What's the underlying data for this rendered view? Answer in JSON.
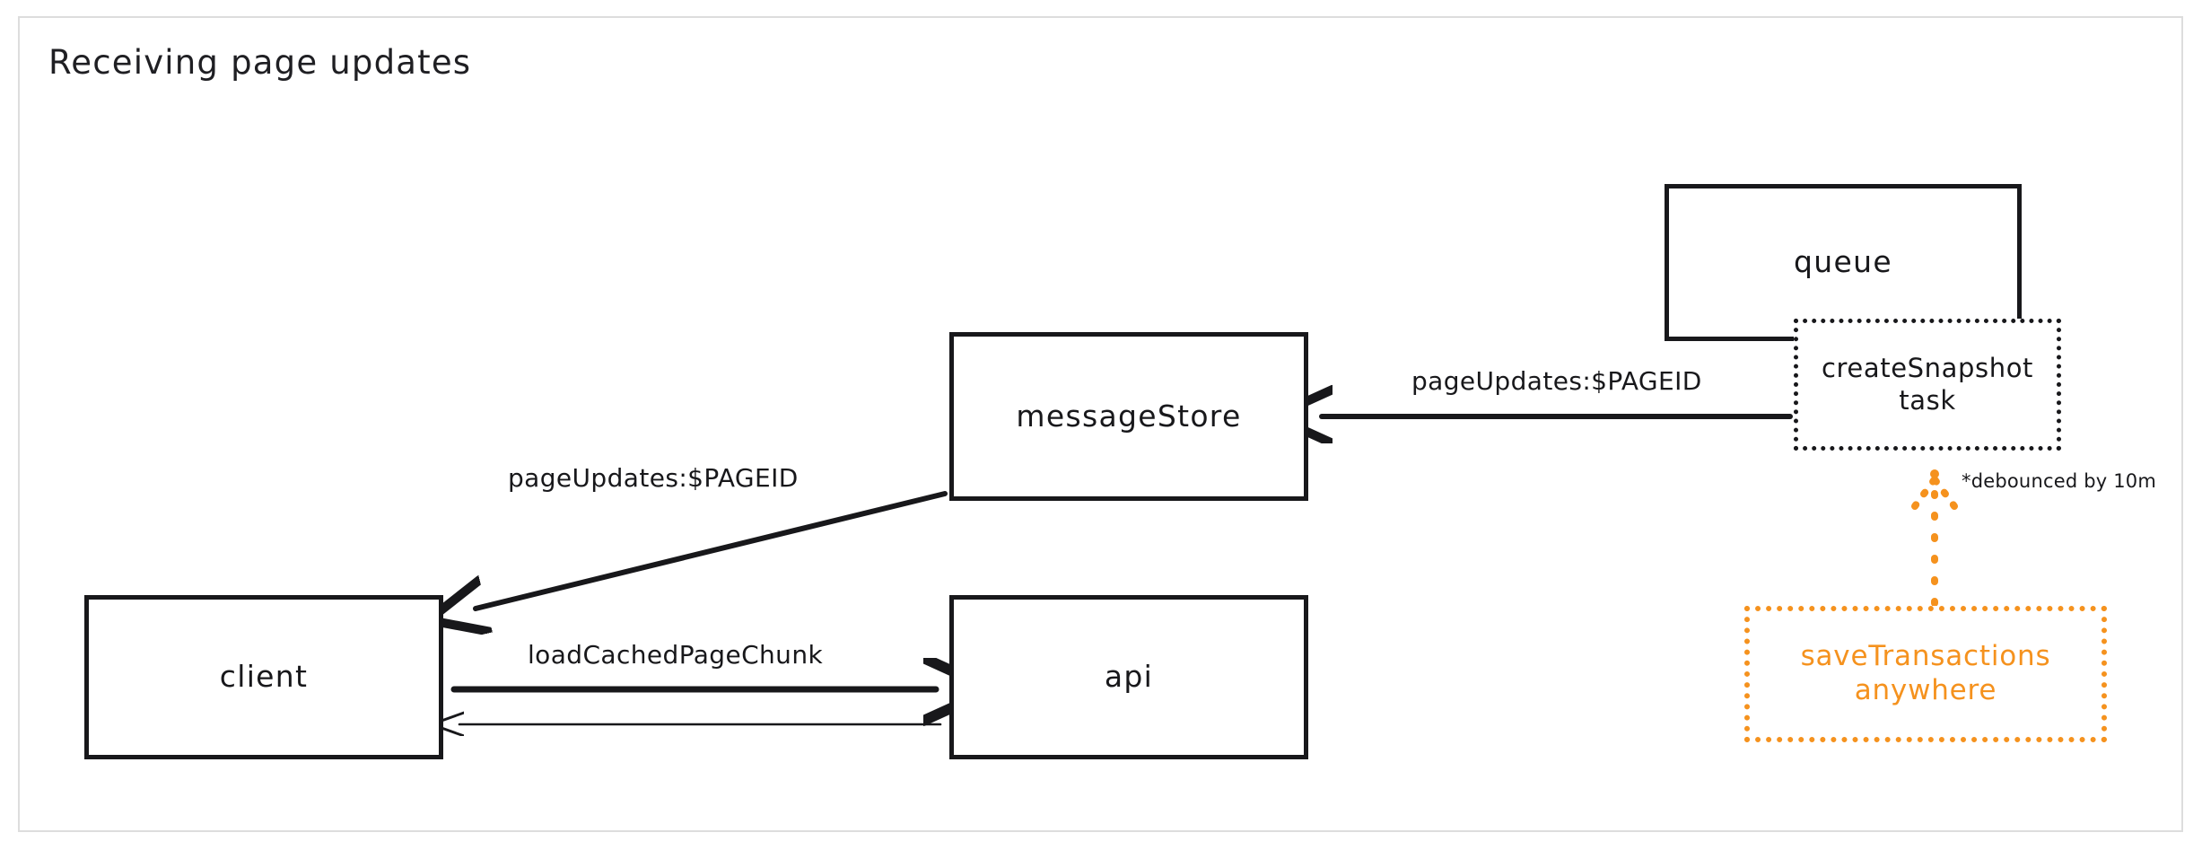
{
  "page": {
    "title": "Receiving page updates",
    "background": "#ffffff",
    "frame_color": "#dddddd",
    "ink_color": "#18181b",
    "accent_color": "#F5921E"
  },
  "nodes": {
    "client": {
      "label": "client",
      "style": "solid"
    },
    "api": {
      "label": "api",
      "style": "solid"
    },
    "message_store": {
      "label": "messageStore",
      "style": "solid"
    },
    "queue": {
      "label": "queue",
      "style": "solid"
    },
    "create_snapshot": {
      "label": "createSnapshot\ntask",
      "line1": "createSnapshot",
      "line2": "task",
      "style": "dotted"
    },
    "save_transactions": {
      "label": "saveTransactions\nanywhere",
      "line1": "saveTransactions",
      "line2": "anywhere",
      "style": "dotted",
      "color": "#F5921E"
    }
  },
  "edges": {
    "message_store_to_client": {
      "label": "pageUpdates:$PAGEID",
      "direction": "message_store -> client"
    },
    "create_snapshot_to_message_store": {
      "label": "pageUpdates:$PAGEID",
      "direction": "createSnapshot task -> messageStore"
    },
    "client_to_api": {
      "label": "loadCachedPageChunk",
      "direction": "client -> api"
    },
    "api_to_client": {
      "label": "",
      "direction": "api -> client"
    },
    "save_transactions_to_create_snapshot": {
      "label": "",
      "direction": "saveTransactions anywhere -> createSnapshot task",
      "color": "#F5921E",
      "style": "dotted"
    }
  },
  "annotations": {
    "debounced": "*debounced by 10m"
  }
}
